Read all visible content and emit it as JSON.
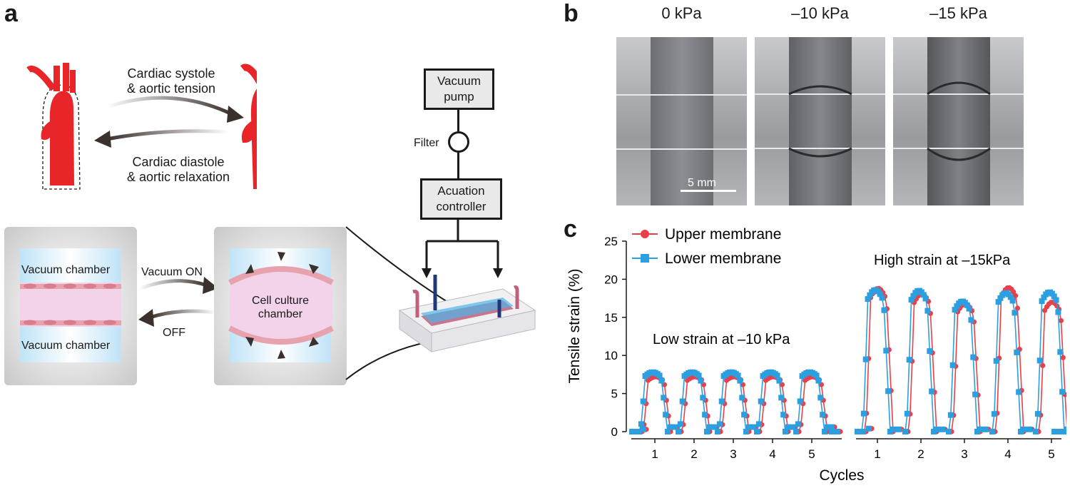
{
  "panels": {
    "a": "a",
    "b": "b",
    "c": "c"
  },
  "panel_a": {
    "systole": [
      "Cardiac systole",
      "& aortic tension"
    ],
    "diastole": [
      "Cardiac diastole",
      "& aortic relaxation"
    ],
    "vacuum_chamber_top": "Vacuum chamber",
    "vacuum_chamber_bottom": "Vacuum chamber",
    "vacuum_on": "Vacuum ON",
    "off": "OFF",
    "cell_culture": [
      "Cell culture",
      "chamber"
    ],
    "vacuum_pump": [
      "Vacuum",
      "pump"
    ],
    "filter": "Filter",
    "controller": [
      "Acuation",
      "controller"
    ],
    "colors": {
      "aorta": "#e8262a",
      "membrane": "#e7a3ad",
      "chamber_fill": "#bfe3f7"
    }
  },
  "panel_b": {
    "pressures": [
      "0 kPa",
      "–10 kPa",
      "–15 kPa"
    ],
    "scale_bar": "5 mm"
  },
  "chart_data": {
    "type": "line",
    "title": "",
    "xlabel": "Cycles",
    "ylabel": "Tensile strain (%)",
    "ylim": [
      0,
      25
    ],
    "yticks": [
      0,
      5,
      10,
      15,
      20,
      25
    ],
    "xticks_low": [
      "1",
      "2",
      "3",
      "4",
      "5"
    ],
    "xticks_high": [
      "1",
      "2",
      "3",
      "4",
      "5"
    ],
    "annotation_low": "Low strain at –10 kPa",
    "annotation_high": "High strain at –15kPa",
    "legend": "top-left",
    "series": [
      {
        "name": "Upper membrane",
        "color": "#e8404a",
        "marker": "circle",
        "low_peak": 7.2,
        "high_peaks": [
          18.8,
          18.1,
          16.8,
          18.9,
          17.0
        ]
      },
      {
        "name": "Lower membrane",
        "color": "#2c9fe0",
        "marker": "square",
        "low_peak": 7.8,
        "high_peaks": [
          18.6,
          18.5,
          17.1,
          18.2,
          18.3
        ]
      }
    ]
  }
}
